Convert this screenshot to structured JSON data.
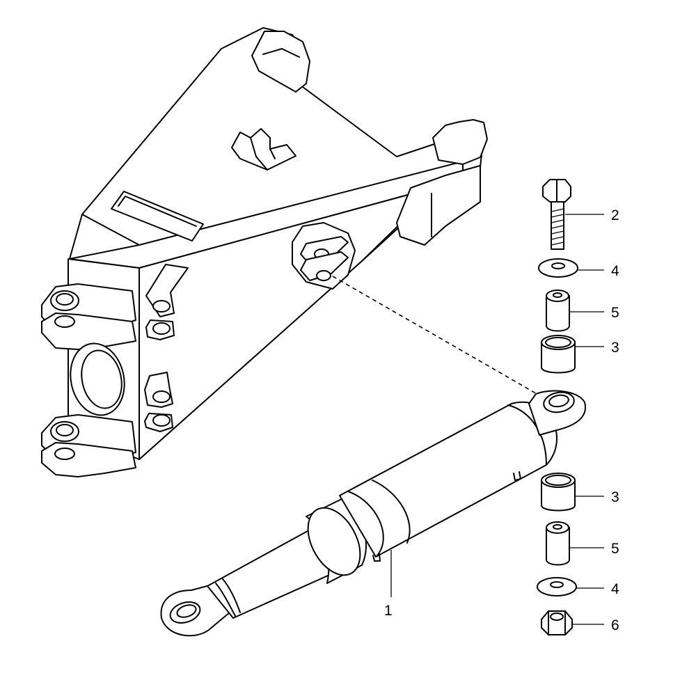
{
  "figure": {
    "callouts": [
      {
        "id": "cylinder",
        "number": "1"
      },
      {
        "id": "bolt",
        "number": "2"
      },
      {
        "id": "bushing-upper",
        "number": "3"
      },
      {
        "id": "bushing-lower",
        "number": "3"
      },
      {
        "id": "washer-upper",
        "number": "4"
      },
      {
        "id": "washer-lower",
        "number": "4"
      },
      {
        "id": "spacer-upper",
        "number": "5"
      },
      {
        "id": "spacer-lower",
        "number": "5"
      },
      {
        "id": "lock-nut",
        "number": "6"
      }
    ]
  }
}
